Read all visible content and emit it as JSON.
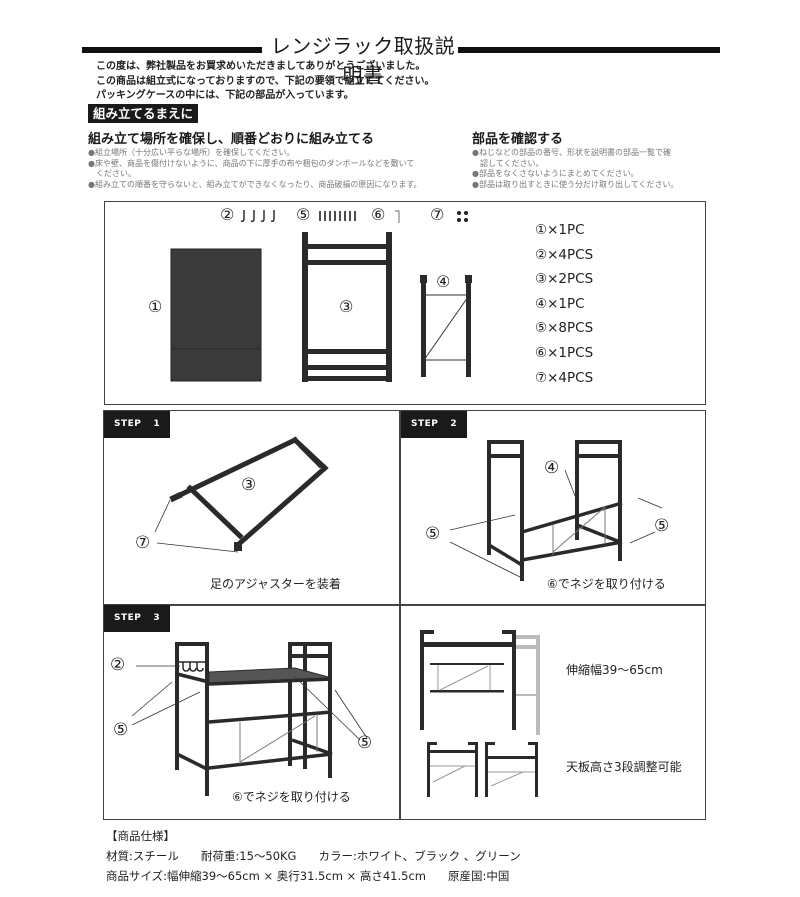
{
  "header": {
    "title": "レンジラック取扱説明書"
  },
  "intro": [
    "この度は、弊社製品をお買求めいただきましてありがとうございました。",
    "この商品は組立式になっておりますので、下記の要領で組立ててください。",
    "パッキングケースの中には、下記の部品が入っています。"
  ],
  "before_assembly": {
    "label": "組み立てるまえに"
  },
  "sections": {
    "location": {
      "heading": "組み立て場所を確保し、順番どおりに組み立てる",
      "bullets": [
        "●組立場所（十分広い平らな場所）を確保してください。",
        "●床や壁、商品を傷付けないように、商品の下に厚手の布や梱包のダンボールなどを敷いて",
        "ください。",
        "●組み立ての順番を守らないと、組み立てができなくなったり、商品破損の原因になります。"
      ]
    },
    "parts_check": {
      "heading": "部品を確認する",
      "bullets": [
        "●ねじなどの部品の番号、形状を説明書の部品一覧で確",
        "認してください。",
        "●部品をなくさないようにまとめてください。",
        "●部品は取り出すときに使う分だけ取り出してください。"
      ]
    }
  },
  "parts": {
    "labels": {
      "p1": "①",
      "p2": "②",
      "p3": "③",
      "p4": "④",
      "p5": "⑤",
      "p6": "⑥",
      "p7": "⑦"
    },
    "counts": [
      "①×1PC",
      "②×4PCS",
      "③×2PCS",
      "④×1PC",
      "⑤×8PCS",
      "⑥×1PCS",
      "⑦×4PCS"
    ]
  },
  "steps": [
    {
      "tag": "STEP",
      "num": "1",
      "callouts": [
        "③",
        "⑦"
      ],
      "caption": "足のアジャスターを装着"
    },
    {
      "tag": "STEP",
      "num": "2",
      "callouts": [
        "④",
        "⑤",
        "⑤"
      ],
      "caption": "⑥でネジを取り付ける"
    },
    {
      "tag": "STEP",
      "num": "3",
      "callouts": [
        "②",
        "⑤",
        "⑤"
      ],
      "caption": "⑥でネジを取り付ける"
    }
  ],
  "features": {
    "width_range": "伸縮幅39〜65cm",
    "height_adjust": "天板高さ3段調整可能"
  },
  "spec": {
    "heading": "【商品仕様】",
    "material": "材質:スチール",
    "load": "耐荷重:15〜50KG",
    "colors": "カラー:ホワイト、ブラック 、グリーン",
    "size": "商品サイズ:幅伸縮39〜65cm × 奥行31.5cm × 高さ41.5cm",
    "origin": "原産国:中国"
  },
  "colors": {
    "ink": "#1a1a1a",
    "border": "#444444",
    "bullet_text": "#777777",
    "ghost_rack": "#bbbbbb"
  }
}
